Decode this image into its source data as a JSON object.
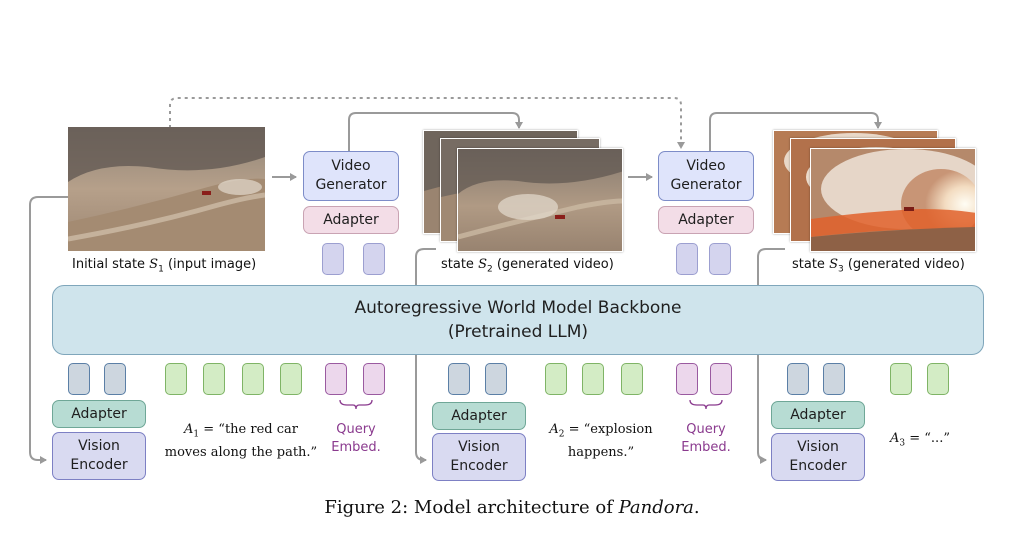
{
  "states": {
    "s1_prefix": "Initial state ",
    "s1_sym": "S",
    "s1_sub": "1",
    "s1_suffix": " (input image)",
    "s2_prefix": "state ",
    "s2_sym": "S",
    "s2_sub": "2",
    "s2_suffix": " (generated video)",
    "s3_prefix": "state ",
    "s3_sym": "S",
    "s3_sub": "3",
    "s3_suffix": " (generated video)"
  },
  "video_generator": {
    "line1": "Video",
    "line2": "Generator"
  },
  "adapter_label": "Adapter",
  "vision_encoder": {
    "line1": "Vision",
    "line2": "Encoder"
  },
  "backbone": {
    "line1": "Autoregressive World Model Backbone",
    "line2": "(Pretrained LLM)"
  },
  "actions": {
    "a1_sym": "A",
    "a1_sub": "1",
    "a1_line1": " = “the red car",
    "a1_line2": "moves along the path.”",
    "a2_sym": "A",
    "a2_sub": "2",
    "a2_line1": " = “explosion",
    "a2_line2": "happens.”",
    "a3_sym": "A",
    "a3_sub": "3",
    "a3_line1": " = “...”"
  },
  "query_embed": {
    "line1": "Query",
    "line2": "Embed."
  },
  "caption": {
    "prefix": "Figure 2: Model architecture of ",
    "name": "Pandora",
    "suffix": "."
  },
  "colors": {
    "video_generator": "#dfe4fb",
    "adapter_top": "#f3dde7",
    "adapter_bottom": "#b7dcd3",
    "vision_encoder": "#d9daf1",
    "backbone": "#cfe4ec",
    "query_text": "#8a3a8e",
    "arrow": "#9a9a9a"
  }
}
